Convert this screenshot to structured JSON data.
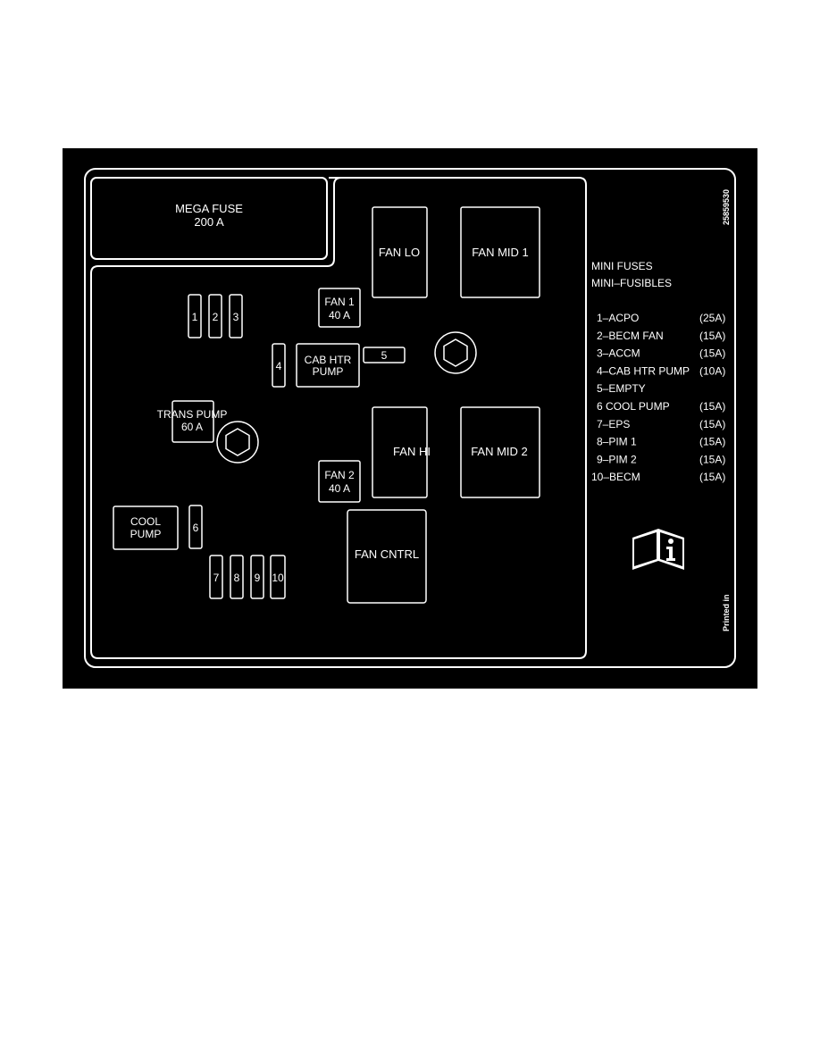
{
  "colors": {
    "background": "#000000",
    "line": "#ffffff",
    "text": "#ffffff"
  },
  "mega_fuse": {
    "line1": "MEGA FUSE",
    "line2": "200 A"
  },
  "relays": {
    "fan_lo": "FAN LO",
    "fan_mid1": "FAN MID 1",
    "fan_hi": "FAN HI",
    "fan_mid2": "FAN MID 2",
    "fan_cntrl": "FAN CNTRL"
  },
  "fuses": {
    "fan1": {
      "line1": "FAN 1",
      "line2": "40 A"
    },
    "fan2": {
      "line1": "FAN 2",
      "line2": "40 A"
    },
    "cab_htr_pump": {
      "line1": "CAB HTR",
      "line2": "PUMP"
    },
    "trans_pump": {
      "line1": "TRANS PUMP",
      "line2": "60 A"
    },
    "cool_pump": {
      "line1": "COOL",
      "line2": "PUMP"
    }
  },
  "mini_fuse_numbers": [
    "1",
    "2",
    "3",
    "4",
    "5",
    "6",
    "7",
    "8",
    "9",
    "10"
  ],
  "legend": {
    "title": "MINI FUSES",
    "subtitle": "MINI–FUSIBLES",
    "items": [
      {
        "name": "1–ACPO",
        "rating": "(25A)"
      },
      {
        "name": "2–BECM FAN",
        "rating": "(15A)"
      },
      {
        "name": "3–ACCM",
        "rating": "(15A)"
      },
      {
        "name": "4–CAB HTR PUMP",
        "rating": "(10A)"
      },
      {
        "name": "5–EMPTY",
        "rating": ""
      },
      {
        "name": "6  COOL PUMP",
        "rating": "(15A)"
      },
      {
        "name": "7–EPS",
        "rating": "(15A)"
      },
      {
        "name": "8–PIM 1",
        "rating": "(15A)"
      },
      {
        "name": "9–PIM 2",
        "rating": "(15A)"
      },
      {
        "name": "10–BECM",
        "rating": "(15A)"
      }
    ]
  },
  "part_number": "25859530",
  "printed_in": "Printed in",
  "icons": {
    "manual": "manual-info-icon",
    "bolt": "hex-bolt-icon"
  }
}
